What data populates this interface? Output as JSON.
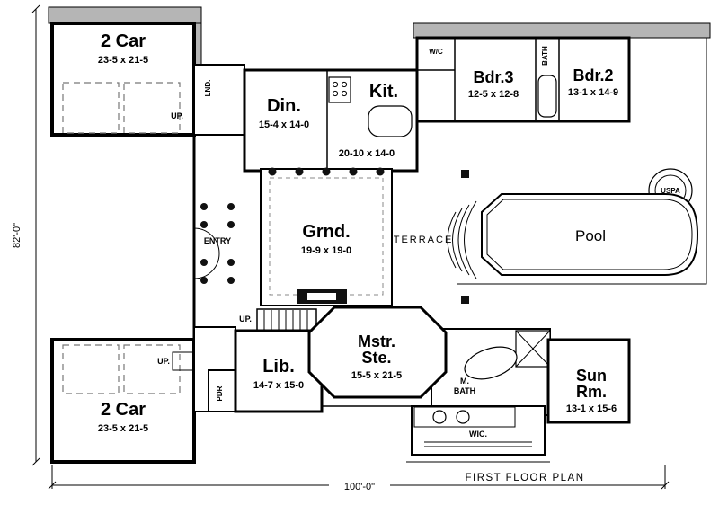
{
  "plan": {
    "title": "FIRST FLOOR PLAN",
    "dim_height": "82'-0\"",
    "dim_width": "100'-0\"",
    "colors": {
      "wall": "#000000",
      "roof_gray": "#b5b5b5"
    },
    "rooms": {
      "garage_top": {
        "name": "2 Car",
        "size": "23-5 x 21-5"
      },
      "garage_bottom": {
        "name": "2 Car",
        "size": "23-5 x 21-5"
      },
      "dining": {
        "name": "Din.",
        "size": "15-4 x 14-0"
      },
      "kitchen": {
        "name": "Kit.",
        "size": "20-10 x 14-0"
      },
      "bedroom3": {
        "name": "Bdr.3",
        "size": "12-5 x 12-8"
      },
      "bedroom2": {
        "name": "Bdr.2",
        "size": "13-1 x 14-9"
      },
      "grand": {
        "name": "Grnd.",
        "size": "19-9 x 19-0"
      },
      "library": {
        "name": "Lib.",
        "size": "14-7 x 15-0"
      },
      "master": {
        "name1": "Mstr.",
        "name2": "Ste.",
        "size": "15-5 x 21-5"
      },
      "sunroom": {
        "name1": "Sun",
        "name2": "Rm.",
        "size": "13-1 x 15-6"
      }
    },
    "labels": {
      "terrace": "TERRACE",
      "pool": "Pool",
      "spa": "USPA",
      "entry": "ENTRY",
      "mbath1": "M.",
      "mbath2": "BATH",
      "wic": "WIC.",
      "wc": "W/C",
      "bath": "BATH",
      "pdr": "PDR",
      "lnd": "LND.",
      "up1": "UP.",
      "up2": "UP.",
      "up3": "UP."
    }
  }
}
